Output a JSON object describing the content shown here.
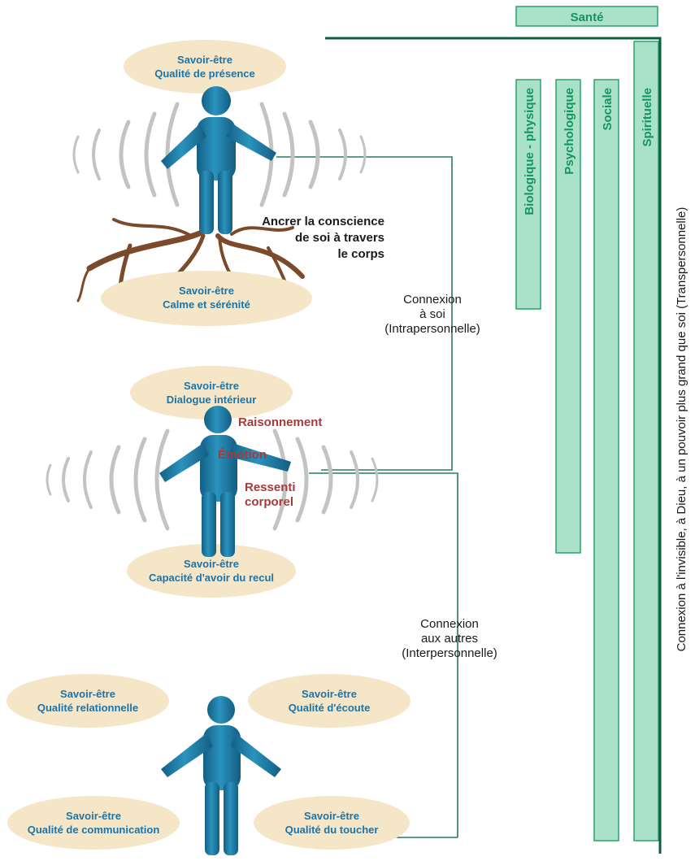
{
  "health": {
    "title": "Santé",
    "dimensions": [
      {
        "label": "Biologique - physique"
      },
      {
        "label": "Psychologique"
      },
      {
        "label": "Sociale"
      },
      {
        "label": "Spirituelle"
      }
    ],
    "transpersonal_label": "Connexion à l'invisible, à Dieu, à un pouvoir plus grand que soi (Transpersonnelle)"
  },
  "figure1": {
    "top": {
      "line1": "Savoir-être",
      "line2": "Qualité de présence"
    },
    "bottom": {
      "line1": "Savoir-être",
      "line2": "Calme et sérénité"
    },
    "caption": [
      "Ancrer la conscience",
      "de soi à travers",
      "le corps"
    ]
  },
  "figure2": {
    "top": {
      "line1": "Savoir-être",
      "line2": "Dialogue intérieur"
    },
    "bottom": {
      "line1": "Savoir-être",
      "line2": "Capacité d'avoir du recul"
    },
    "labels": {
      "reasoning": "Raisonnement",
      "emotion": "Émotion",
      "felt1": "Ressenti",
      "felt2": "corporel"
    }
  },
  "figure3": {
    "top_left": {
      "line1": "Savoir-être",
      "line2": "Qualité relationnelle"
    },
    "top_right": {
      "line1": "Savoir-être",
      "line2": "Qualité d'écoute"
    },
    "bottom_left": {
      "line1": "Savoir-être",
      "line2": "Qualité de communication"
    },
    "bottom_right": {
      "line1": "Savoir-être",
      "line2": "Qualité du toucher"
    }
  },
  "connections": {
    "self": [
      "Connexion",
      "à soi",
      "(Intrapersonnelle)"
    ],
    "others": [
      "Connexion",
      "aux autres",
      "(Interpersonnelle)"
    ]
  },
  "colors": {
    "bar_fill": "#a9e1c9",
    "bar_stroke": "#2aa36f",
    "label_green": "#15945f",
    "ellipse": "#f5e6c8",
    "figure": "#1d80a6",
    "accent_red": "#a83a3a"
  }
}
